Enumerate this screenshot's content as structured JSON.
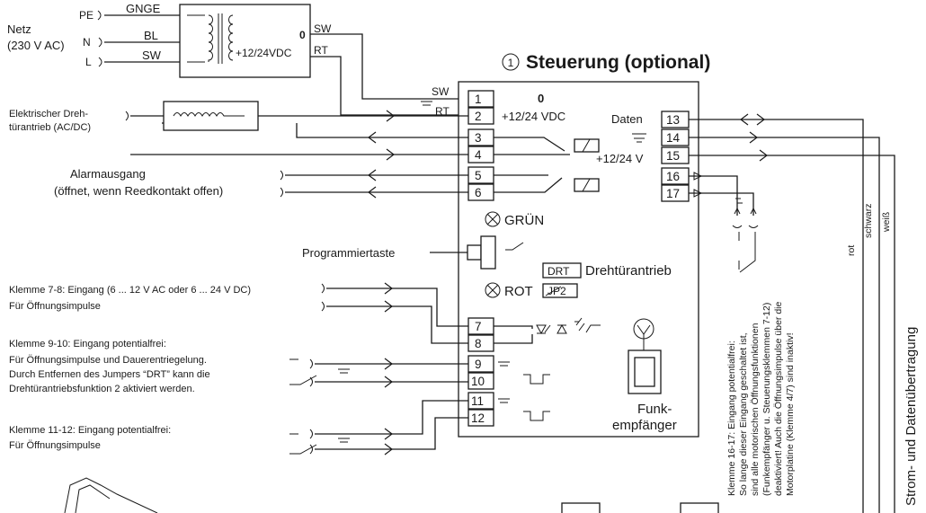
{
  "mains": {
    "label_line1": "Netz",
    "label_line2": "(230 V AC)",
    "terminals": [
      "PE",
      "N",
      "L"
    ],
    "wires": [
      "GNGE",
      "BL",
      "SW"
    ]
  },
  "transformer": {
    "out_0": "0",
    "out_v": "+12/24VDC",
    "out_sw": "SW",
    "out_rt": "RT"
  },
  "supply_in": {
    "sw": "SW",
    "rt": "RT"
  },
  "motor": {
    "line1": "Elektrischer Dreh-",
    "line2": "türantrieb (AC/DC)"
  },
  "alarm": {
    "line1": "Alarmausgang",
    "line2": "(öffnet, wenn Reedkontakt offen)"
  },
  "controller": {
    "number_icon": "①",
    "title": "Steuerung (optional)",
    "inner_0": "0",
    "inner_v": "+12/24 VDC",
    "daten": "Daten",
    "v24": "+12/24 V",
    "gruen": "GRÜN",
    "rot": "ROT",
    "drt": "DRT",
    "jp2": "JP2",
    "drehtuerantrieb": "Drehtürantrieb",
    "funk_line1": "Funk-",
    "funk_line2": "empfänger"
  },
  "terminals_left": [
    "1",
    "2",
    "3",
    "4",
    "5",
    "6",
    "7",
    "8",
    "9",
    "10",
    "11",
    "12"
  ],
  "terminals_right": [
    "13",
    "14",
    "15",
    "16",
    "17"
  ],
  "program_button": "Programmiertaste",
  "inputs": {
    "k78_line1": "Klemme 7-8:  Eingang (6 ... 12 V AC oder 6 ... 24 V DC)",
    "k78_line2": "Für Öffnungsimpulse",
    "k910_line1": "Klemme 9-10:  Eingang potentialfrei:",
    "k910_line2": "Für Öffnungsimpulse und Dauerentriegelung.",
    "k910_line3": "Durch Entfernen des Jumpers “DRT” kann die",
    "k910_line4": "Drehtürantriebsfunktion 2 aktiviert werden.",
    "k1112_line1": "Klemme 11-12: Eingang potentialfrei:",
    "k1112_line2": "Für Öffnungsimpulse"
  },
  "klemme1617_note": [
    "Klemme 16-17: Eingang potentialfrei:",
    "So lange dieser Eingang geschaltet ist,",
    "sind alle motorischen Öffnungsfunktionen",
    "(Funkempfänger u. Steuerungsklemmen 7-12)",
    "deaktiviert! Auch die Öffnungsimpulse über die",
    "Motorplatine (Klemme 4/7) sind inaktiv!"
  ],
  "cable_colors": [
    "rot",
    "schwarz",
    "weiß"
  ],
  "vertical_label": "Strom- und Datenübertragung",
  "colors": {
    "line": "#1a1a1a",
    "background": "#ffffff"
  },
  "icons": [
    "coil-icon",
    "transformer-icon",
    "relay-icon",
    "lamp-icon",
    "optocoupler-icon",
    "antenna-icon",
    "switch-icon",
    "ground-icon"
  ]
}
